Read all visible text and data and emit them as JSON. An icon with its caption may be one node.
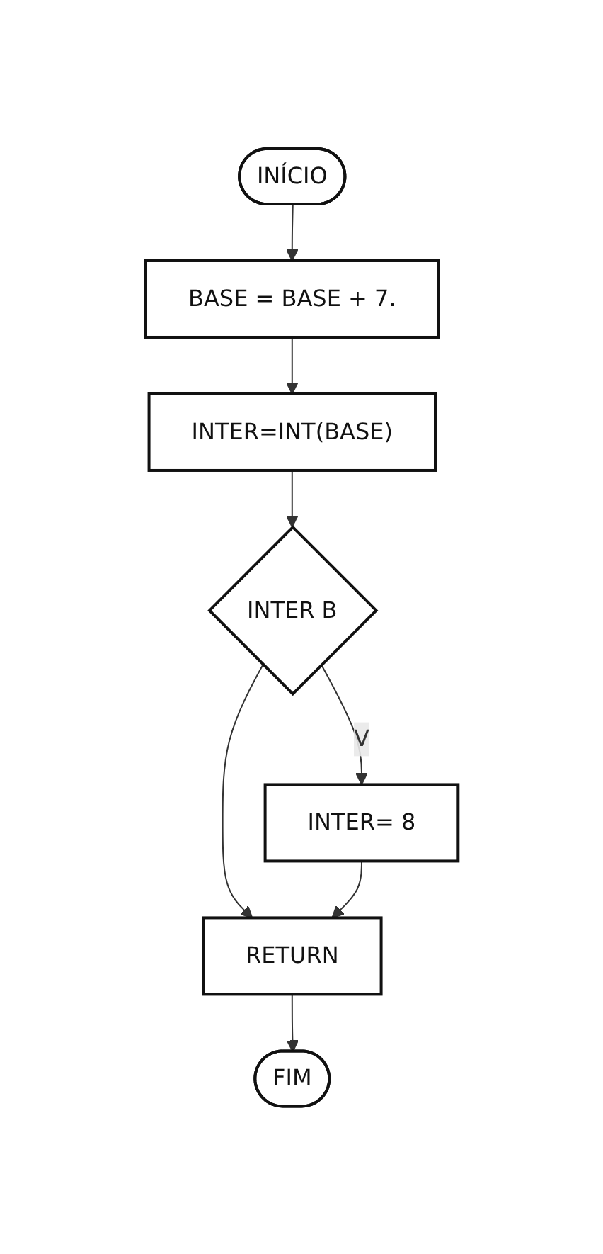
{
  "diagram": {
    "nodes": [
      {
        "text": [
          "INÍCIO"
        ]
      },
      {
        "text": [
          "BASE = BASE + 7."
        ]
      },
      {
        "text": [
          "INTER=INT(BASE)"
        ]
      },
      {
        "text": [
          "INTER B"
        ]
      },
      {
        "text": [
          "INTER= 8"
        ]
      },
      {
        "text": [
          "RETURN"
        ]
      },
      {
        "text": [
          "FIM"
        ]
      }
    ],
    "edges": [
      {
        "from": 0,
        "to": 1,
        "arrow": "to"
      },
      {
        "from": 1,
        "to": 2,
        "arrow": "to"
      },
      {
        "from": 2,
        "to": 3,
        "arrow": "to"
      },
      {
        "from": 3,
        "to": 4,
        "label": "V",
        "arrow": "to"
      },
      {
        "from": 3,
        "to": 5,
        "arrow": "to"
      },
      {
        "from": 4,
        "to": 5,
        "arrow": "to"
      },
      {
        "from": 5,
        "to": 6,
        "arrow": "to"
      }
    ]
  }
}
